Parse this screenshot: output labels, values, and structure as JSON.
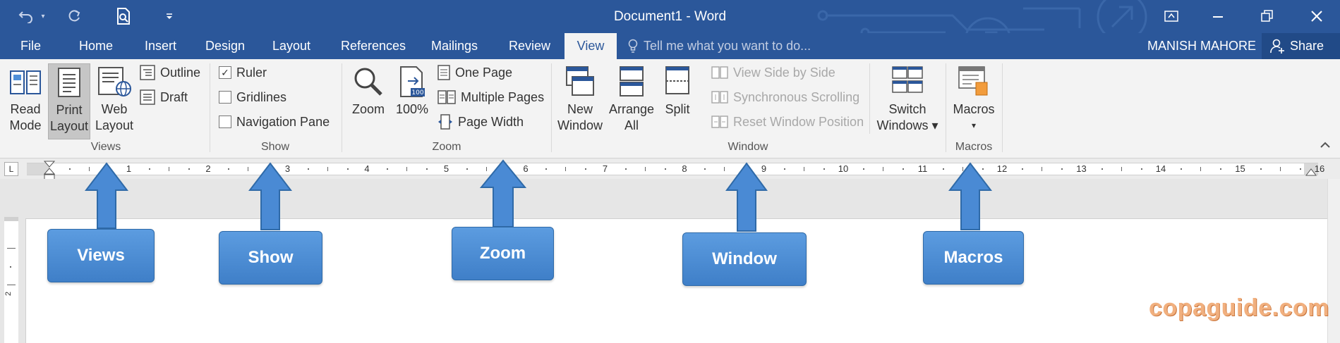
{
  "titlebar": {
    "title": "Document1 - Word",
    "icons": [
      "undo-icon",
      "redo-icon",
      "print-preview-icon",
      "customize-qat-icon",
      "ribbon-display-icon",
      "minimize-icon",
      "restore-icon",
      "close-icon"
    ]
  },
  "tabs": [
    {
      "label": "File"
    },
    {
      "label": "Home"
    },
    {
      "label": "Insert"
    },
    {
      "label": "Design"
    },
    {
      "label": "Layout"
    },
    {
      "label": "References"
    },
    {
      "label": "Mailings"
    },
    {
      "label": "Review"
    },
    {
      "label": "View",
      "active": true
    }
  ],
  "tell_me": {
    "placeholder": "Tell me what you want to do..."
  },
  "user": {
    "name": "MANISH MAHORE",
    "share_label": "Share"
  },
  "ribbon": {
    "views": {
      "label": "Views",
      "read_mode": [
        "Read",
        "Mode"
      ],
      "print_layout": [
        "Print",
        "Layout"
      ],
      "web_layout": [
        "Web",
        "Layout"
      ],
      "outline": "Outline",
      "draft": "Draft"
    },
    "show": {
      "label": "Show",
      "ruler": {
        "label": "Ruler",
        "checked": true
      },
      "gridlines": {
        "label": "Gridlines",
        "checked": false
      },
      "navigation_pane": {
        "label": "Navigation Pane",
        "checked": false
      }
    },
    "zoom": {
      "label": "Zoom",
      "zoom": "Zoom",
      "hundred": "100%",
      "one_page": "One Page",
      "multiple_pages": "Multiple Pages",
      "page_width": "Page Width"
    },
    "window": {
      "label": "Window",
      "new_window": [
        "New",
        "Window"
      ],
      "arrange_all": [
        "Arrange",
        "All"
      ],
      "split": "Split",
      "side_by_side": "View Side by Side",
      "sync_scroll": "Synchronous Scrolling",
      "reset_position": "Reset Window Position",
      "switch_windows": [
        "Switch",
        "Windows ▾"
      ]
    },
    "macros": {
      "label": "Macros",
      "macros": "Macros",
      "dropdown": "▾"
    }
  },
  "ruler": {
    "numbers": [
      "1",
      "2",
      "3",
      "4",
      "5",
      "6",
      "7",
      "8",
      "9",
      "10",
      "11",
      "12",
      "13",
      "14",
      "15",
      "16"
    ],
    "corner": "L"
  },
  "callouts": {
    "views": "Views",
    "show": "Show",
    "zoom": "Zoom",
    "window": "Window",
    "macros": "Macros"
  },
  "watermark": "copaguide.com",
  "colors": {
    "titlebar": "#2b579a",
    "ribbon": "#f3f3f3",
    "callout": "#4a8ad4",
    "watermark": "#f1b07f"
  }
}
